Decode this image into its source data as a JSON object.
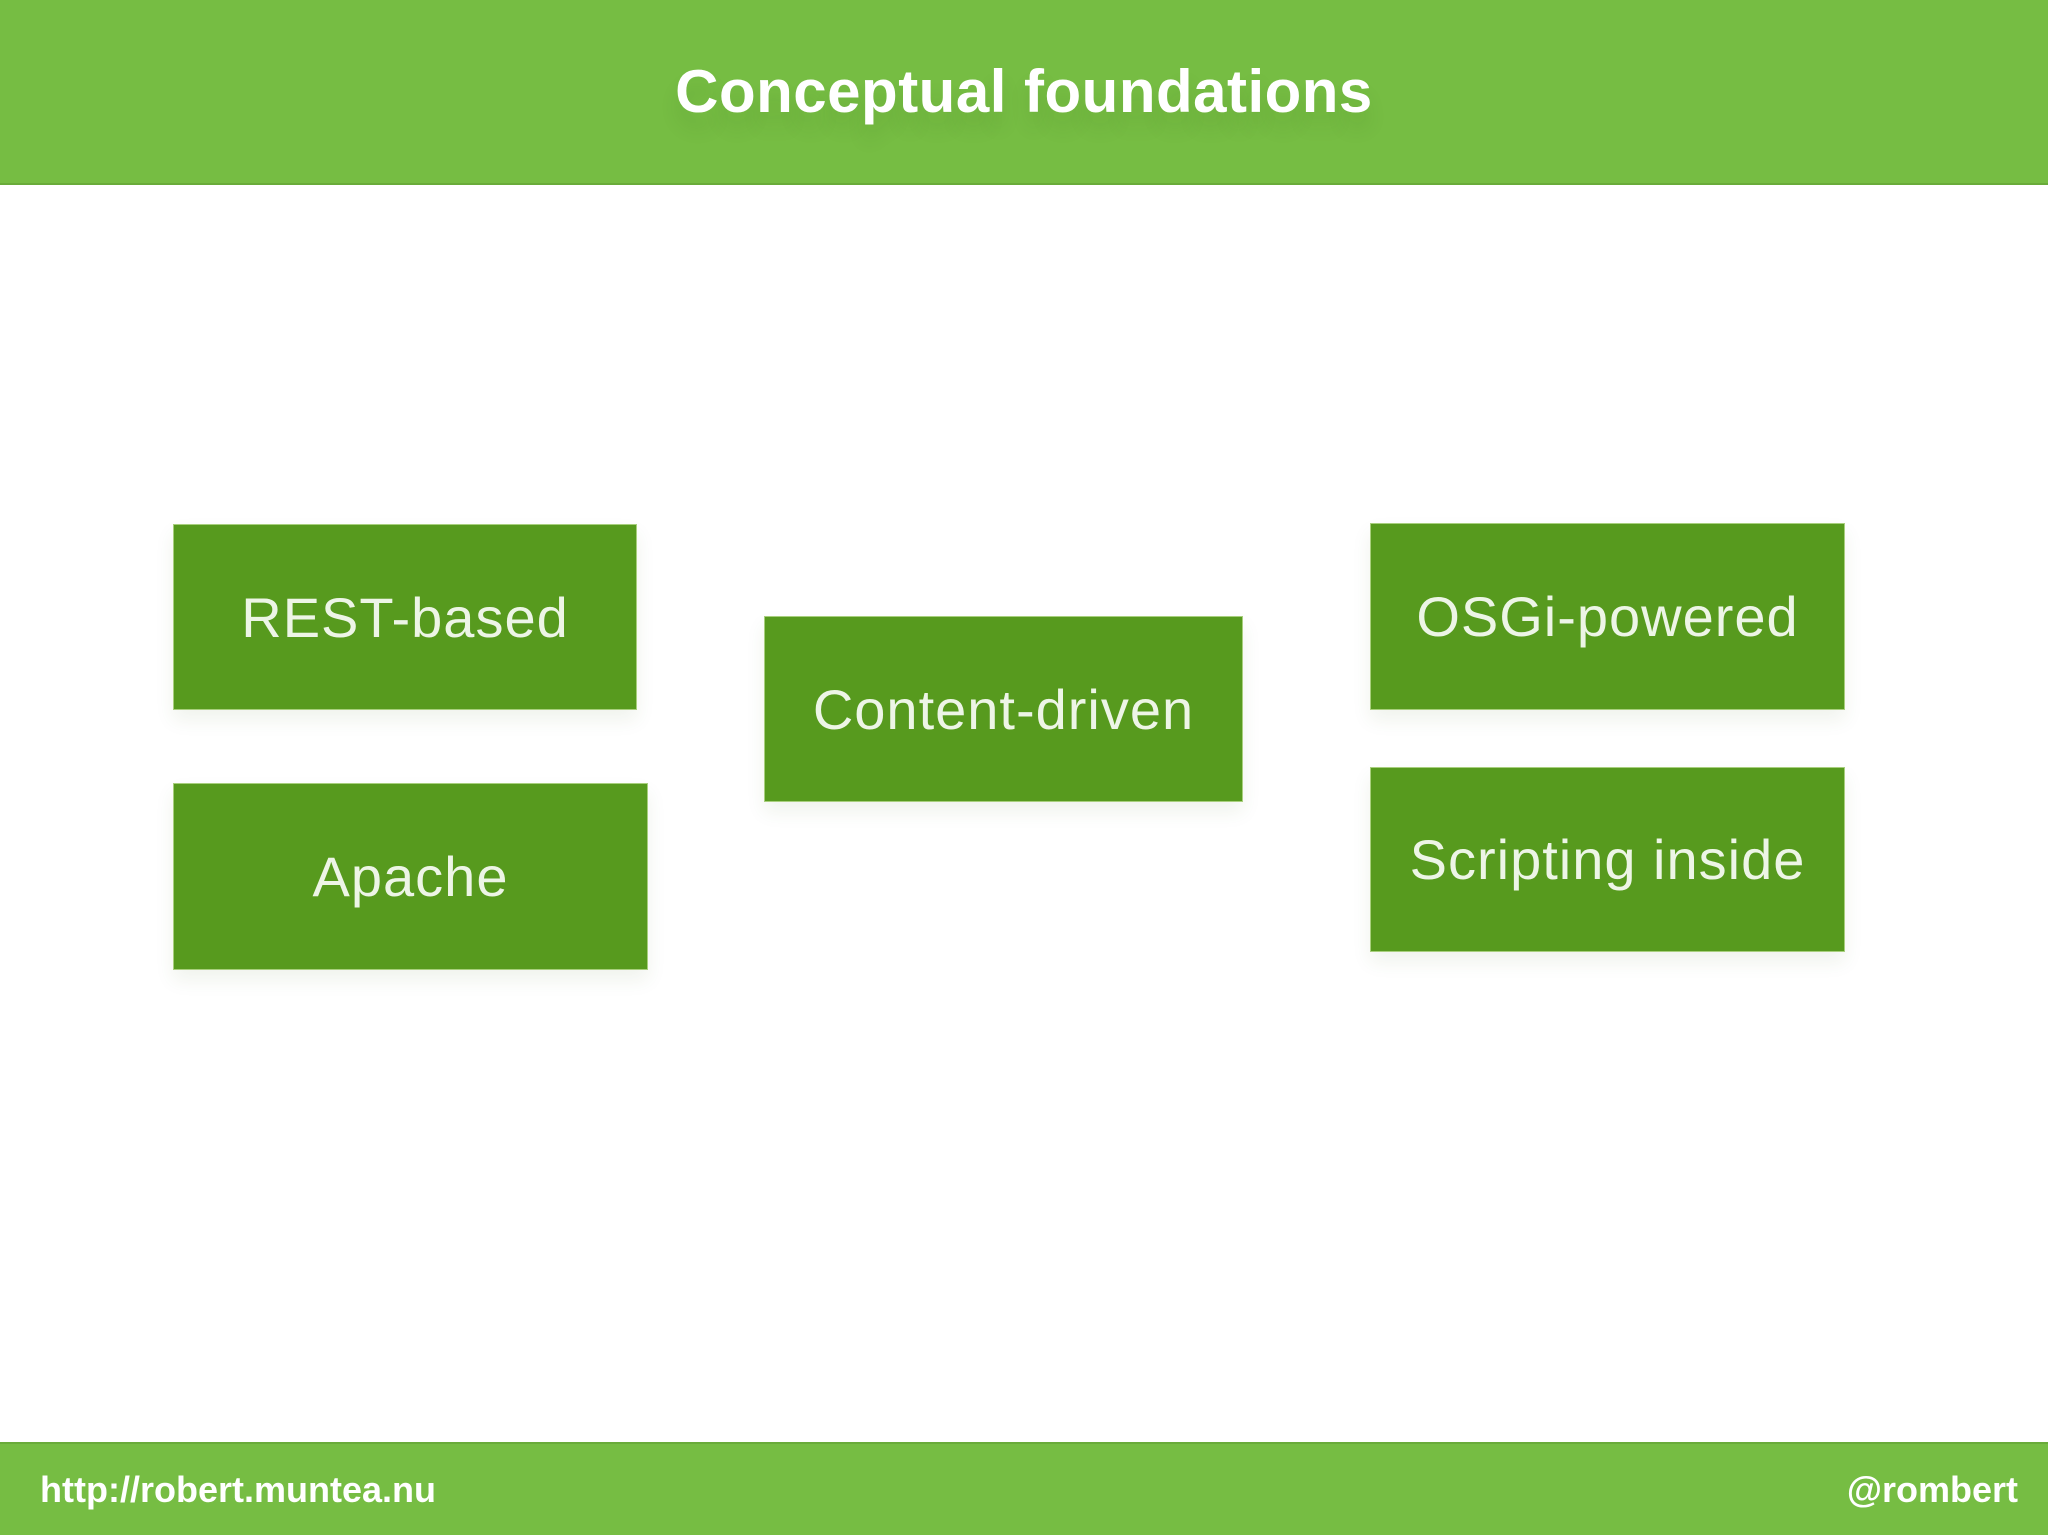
{
  "slide": {
    "title_bar": {
      "title": "Conceptual foundations"
    },
    "boxes": [
      {
        "id": "rest-based",
        "label": "REST-based"
      },
      {
        "id": "apache",
        "label": "Apache"
      },
      {
        "id": "content-driven",
        "label": "Content-driven"
      },
      {
        "id": "osgi-powered",
        "label": "OSGi-powered"
      },
      {
        "id": "scripting-inside",
        "label": "Scripting inside"
      }
    ],
    "footer": {
      "url": "http://robert.muntea.nu",
      "handle": "@rombert"
    },
    "colors": {
      "band_green": "#76bd43",
      "band_edge": "#69ab3a",
      "box_green": "#579a1e",
      "box_edge": "#a8cf7d",
      "band_text": "#ffffff",
      "box_text": "#edf5e6"
    }
  }
}
